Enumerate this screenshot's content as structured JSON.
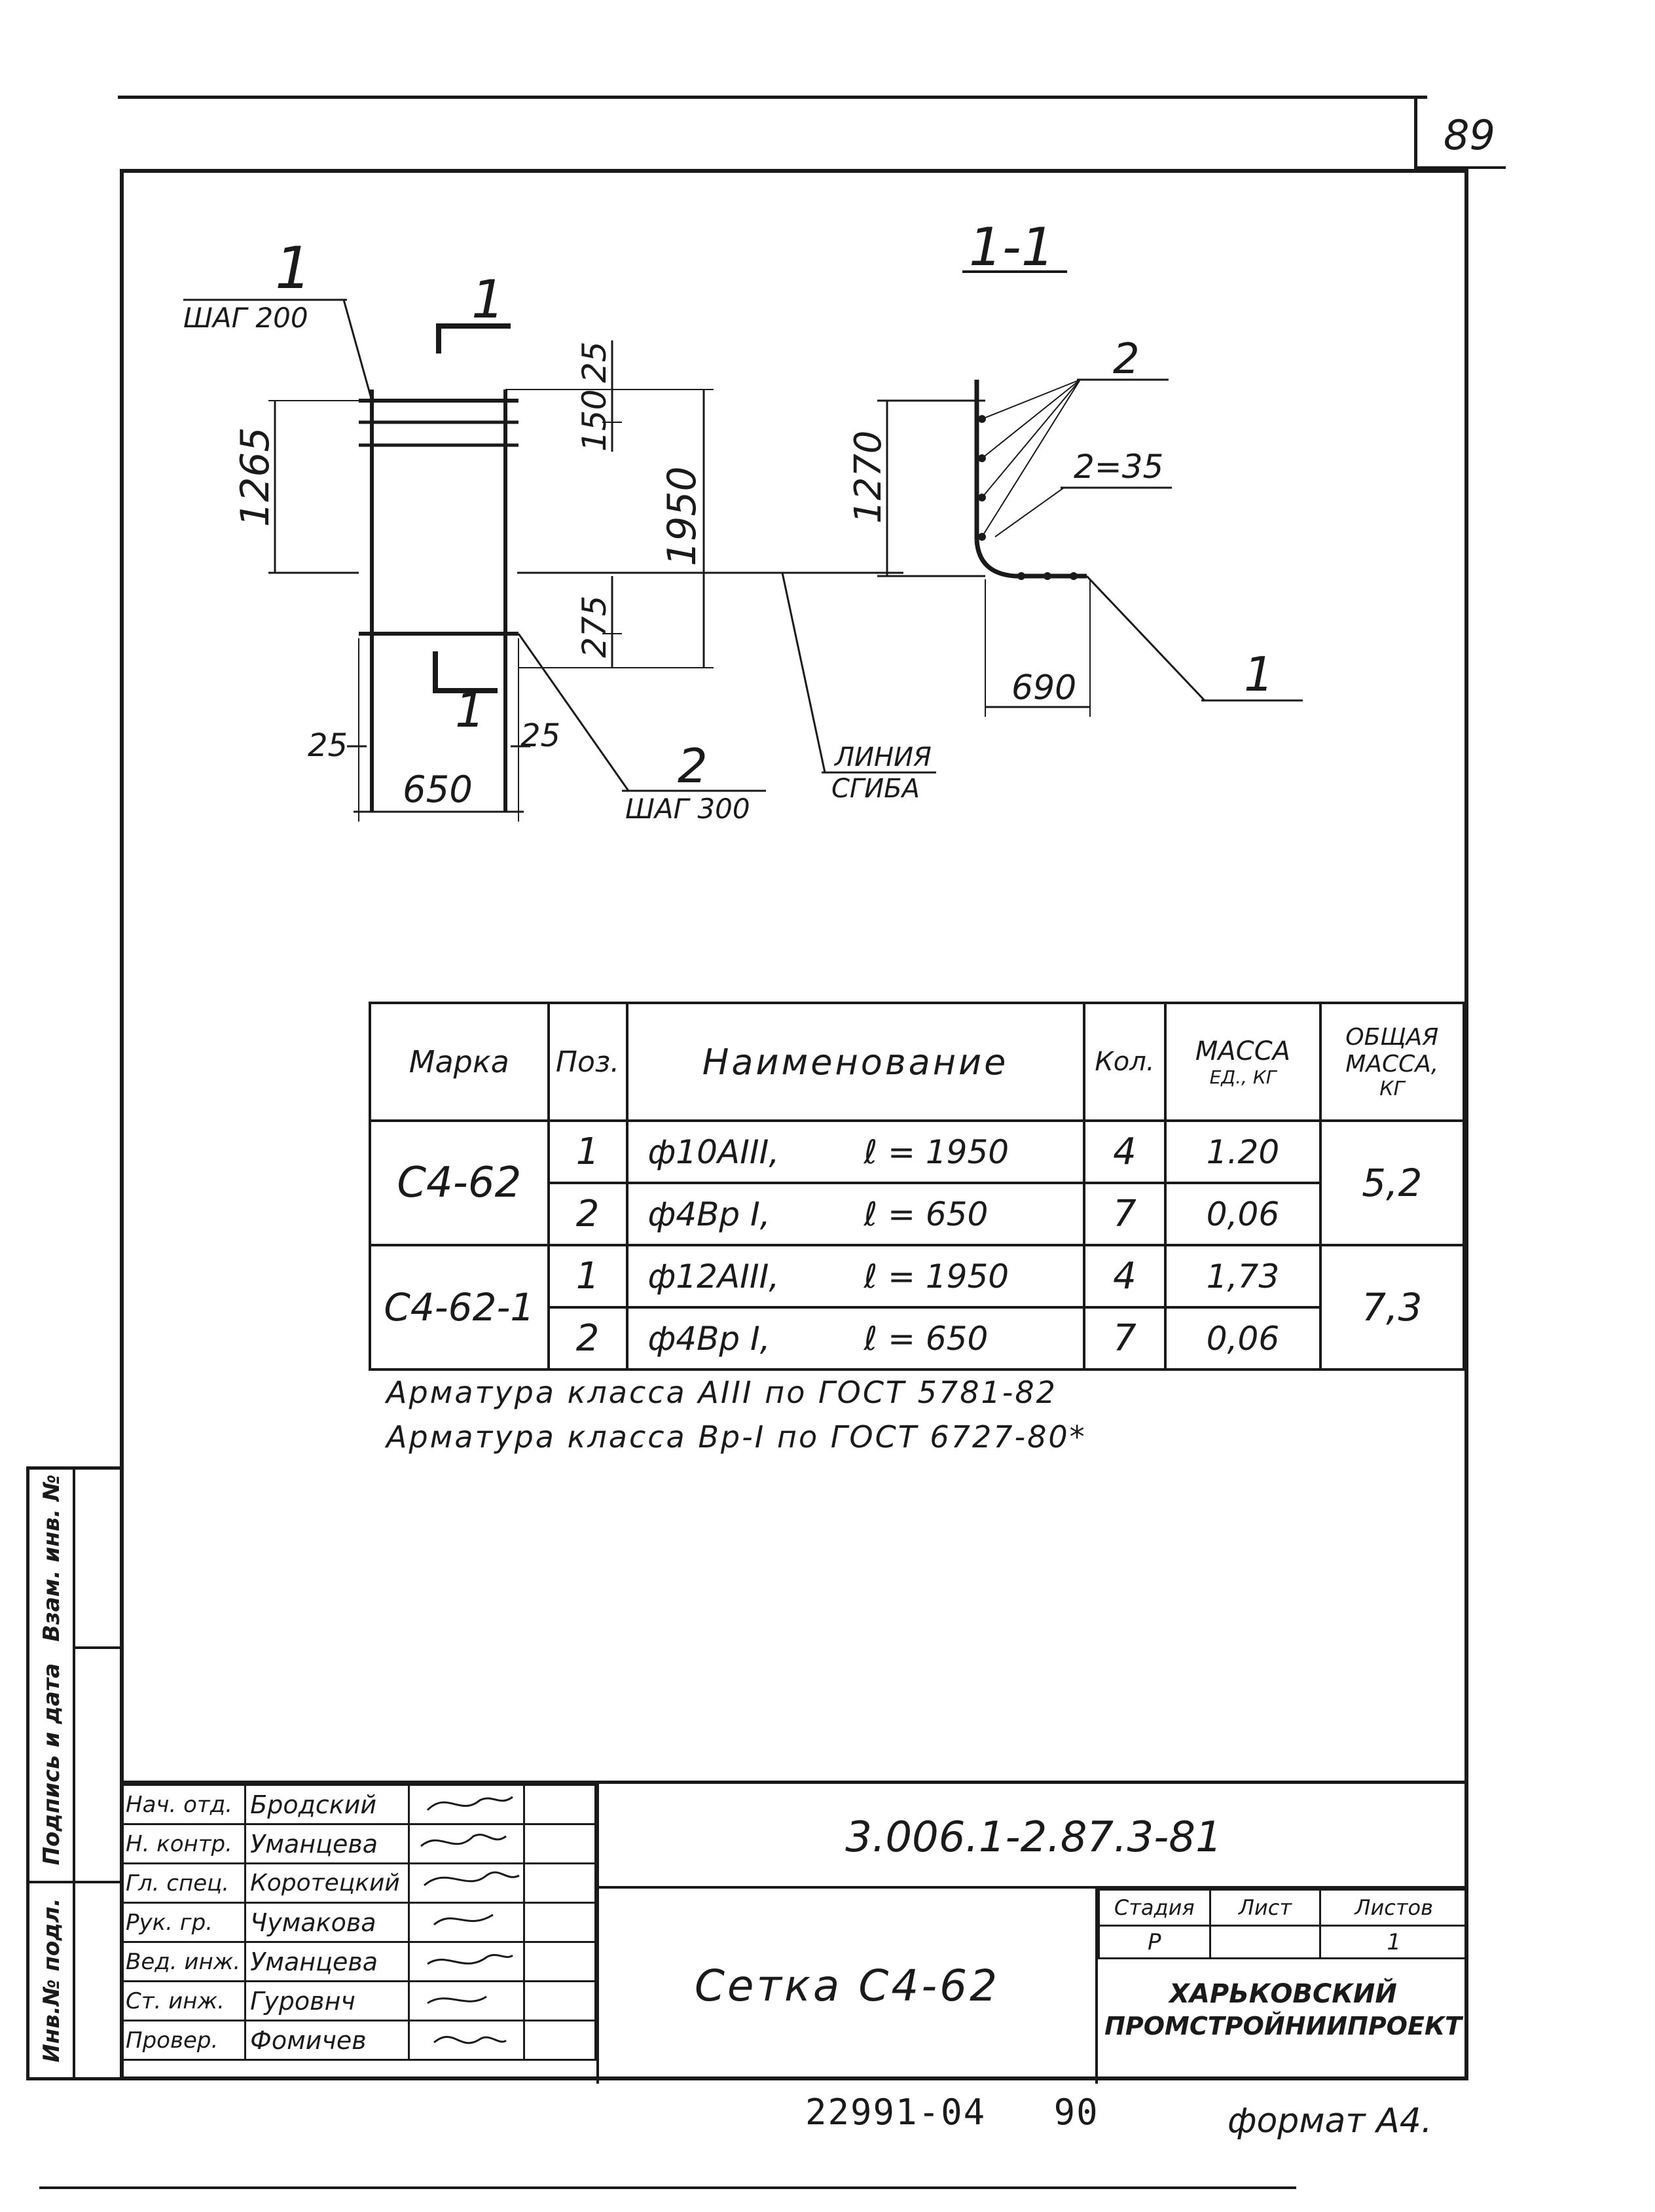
{
  "sheet": {
    "page_number": "89",
    "format_label": "формат А4.",
    "archive_number": "22991-04   90"
  },
  "drawing": {
    "plan": {
      "pos1_label": "1",
      "pos1_step": "ШАГ 200",
      "section_mark_top": "1",
      "section_mark_bottom": "1",
      "dim_1265": "1265",
      "dim_150": "150",
      "dim_25_top": "25",
      "dim_1950": "1950",
      "dim_275": "275",
      "dim_25_left": "25",
      "dim_25_right": "25",
      "dim_650": "650",
      "pos2_label": "2",
      "pos2_step": "ШАГ 300",
      "bend_line_1": "ЛИНИЯ",
      "bend_line_2": "СГИБА"
    },
    "section": {
      "title": "1-1",
      "pos2_label": "2",
      "count_label": "2=35",
      "dim_1270": "1270",
      "dim_690": "690",
      "pos1_label": "1"
    }
  },
  "spec_table": {
    "headers": {
      "mark": "Марка",
      "pos": "Поз.",
      "name": "Наименование",
      "qty": "Кол.",
      "unit_mass_1": "МАССА",
      "unit_mass_2": "ЕД., КГ",
      "total_mass_1": "ОБЩАЯ",
      "total_mass_2": "МАССА,",
      "total_mass_3": "КГ"
    },
    "groups": [
      {
        "mark": "С4-62",
        "total": "5,2",
        "rows": [
          {
            "pos": "1",
            "name": "ф10АIII,",
            "length": "ℓ = 1950",
            "qty": "4",
            "unit_mass": "1.20"
          },
          {
            "pos": "2",
            "name": "ф4Вр I,",
            "length": "ℓ = 650",
            "qty": "7",
            "unit_mass": "0,06"
          }
        ]
      },
      {
        "mark": "С4-62-1",
        "total": "7,3",
        "rows": [
          {
            "pos": "1",
            "name": "ф12АIII,",
            "length": "ℓ = 1950",
            "qty": "4",
            "unit_mass": "1,73"
          },
          {
            "pos": "2",
            "name": "ф4Вр I,",
            "length": "ℓ = 650",
            "qty": "7",
            "unit_mass": "0,06"
          }
        ]
      }
    ],
    "notes": [
      "Арматура класса АIII по ГОСТ 5781-82",
      "Арматура класса Вр-I по ГОСТ 6727-80*"
    ]
  },
  "side_stamp": {
    "col1": "Инв.№ подл.",
    "col2": "Подпись и дата",
    "col3": "Взам. инв. №"
  },
  "title_block": {
    "staff": [
      {
        "role": "Нач. отд.",
        "name": "Бродский"
      },
      {
        "role": "Н. контр.",
        "name": "Уманцева"
      },
      {
        "role": "Гл. спец.",
        "name": "Коротецкий"
      },
      {
        "role": "Рук. гр.",
        "name": "Чумакова"
      },
      {
        "role": "Вед. инж.",
        "name": "Уманцева"
      },
      {
        "role": "Ст. инж.",
        "name": "Гуровнч"
      },
      {
        "role": "Провер.",
        "name": "Фомичев"
      }
    ],
    "doc_code": "3.006.1-2.87.3-81",
    "drawing_title": "Сетка С4-62",
    "stage_header": "Стадия",
    "sheet_header": "Лист",
    "sheets_header": "Листов",
    "stage_value": "Р",
    "sheets_value": "1",
    "org_line1": "ХАРЬКОВСКИЙ",
    "org_line2": "ПРОМСТРОЙНИИПРОЕКТ"
  }
}
